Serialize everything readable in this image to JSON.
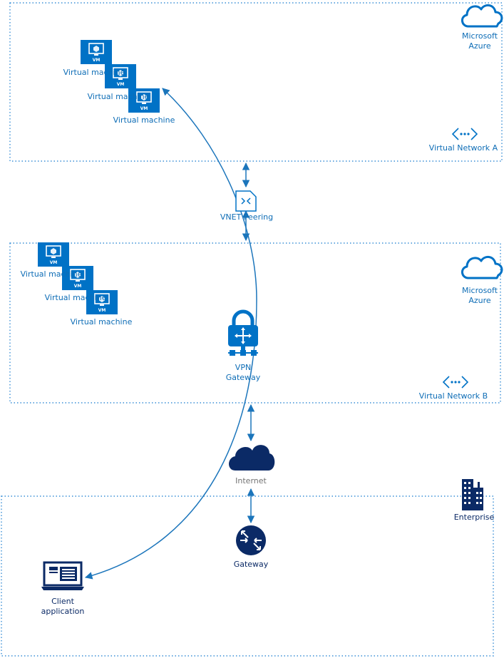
{
  "colors": {
    "azure_blue": "#0072c6",
    "arrow_blue": "#1b75bb",
    "border_blue": "#3a8fd6",
    "navy": "#0b2a66",
    "gray_text": "#737373"
  },
  "zones": {
    "vnet_a": {
      "cloud_label_1": "Microsoft",
      "cloud_label_2": "Azure",
      "network_label": "Virtual Network A",
      "vms": [
        "Virtual machine",
        "Virtual machine",
        "Virtual machine"
      ],
      "vm_badge": "VM"
    },
    "peering": {
      "label": "VNET Peering"
    },
    "vnet_b": {
      "cloud_label_1": "Microsoft",
      "cloud_label_2": "Azure",
      "network_label": "Virtual Network B",
      "vms": [
        "Virtual machine",
        "Virtual machine",
        "Virtual machine"
      ],
      "vm_badge": "VM",
      "vpn_label_1": "VPN",
      "vpn_label_2": "Gateway"
    },
    "internet": {
      "label": "Internet"
    },
    "enterprise": {
      "label": "Enterprise",
      "gateway_label": "Gateway",
      "client_label_1": "Client",
      "client_label_2": "application"
    }
  },
  "icons": {
    "cloud": "cloud-icon",
    "vnet": "virtual-network-icon",
    "vm": "monitor-icon",
    "peering": "peering-icon",
    "vpn": "lock-icon",
    "internet": "cloud-icon",
    "building": "building-icon",
    "router": "router-icon",
    "laptop": "laptop-icon"
  }
}
